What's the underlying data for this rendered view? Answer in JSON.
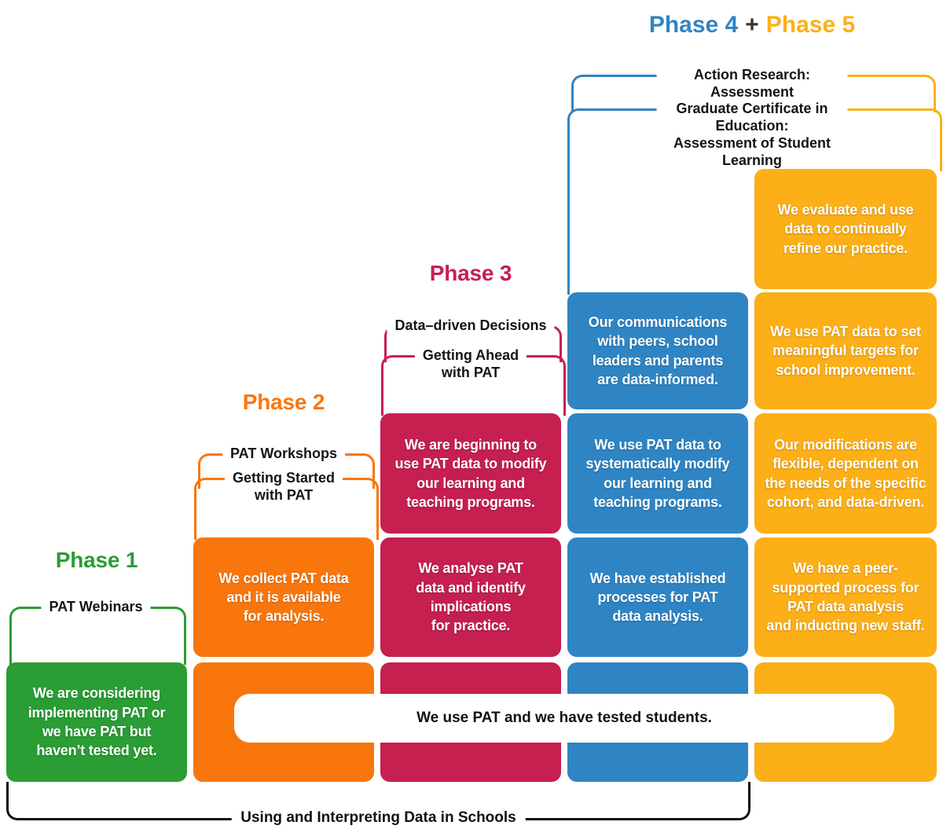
{
  "colors": {
    "green": "#2A9D34",
    "orange": "#F9760D",
    "crimson": "#C52050",
    "blue": "#2F85C4",
    "yellow": "#FCAF17"
  },
  "header": {
    "phase4": "Phase 4",
    "plus": "+",
    "phase5": "Phase 5"
  },
  "phase_titles": {
    "phase1": "Phase 1",
    "phase2": "Phase 2",
    "phase3": "Phase 3"
  },
  "brackets": {
    "pat_webinars": "PAT Webinars",
    "pat_workshops": "PAT Workshops",
    "getting_started": "Getting Started\nwith PAT",
    "data_driven_decisions": "Data–driven Decisions",
    "getting_ahead": "Getting Ahead\nwith PAT",
    "action_research": "Action Research: Assessment",
    "graduate_certificate": "Graduate Certificate in Education:\nAssessment of Student Learning",
    "using_interpreting": "Using and Interpreting Data in Schools"
  },
  "boxes": {
    "phase1_row1": "We are considering\nimplementing PAT or\nwe have PAT but\nhaven’t tested yet.",
    "phase2_row2": "We collect PAT data\nand it is available\nfor analysis.",
    "phase3_row3": "We are beginning to\nuse PAT data to modify\nour learning and\nteaching programs.",
    "phase3_row2": "We analyse PAT\ndata and identify\nimplications\nfor practice.",
    "phase4_row4": "Our communications\nwith peers, school\nleaders and parents\nare data-informed.",
    "phase4_row3": "We use PAT data to\nsystematically modify\nour learning and\nteaching programs.",
    "phase4_row2": "We have established\nprocesses for PAT\ndata analysis.",
    "phase5_row5": "We evaluate and use\ndata to continually\nrefine our practice.",
    "phase5_row4": "We use PAT data to set\nmeaningful targets for\nschool improvement.",
    "phase5_row3": "Our modifications are\nflexible, dependent on\nthe needs of the specific\ncohort, and data-driven.",
    "phase5_row2": "We have a peer-\nsupported process for\nPAT data analysis\nand inducting new staff.",
    "shared_bar": "We use PAT and we have tested students."
  }
}
